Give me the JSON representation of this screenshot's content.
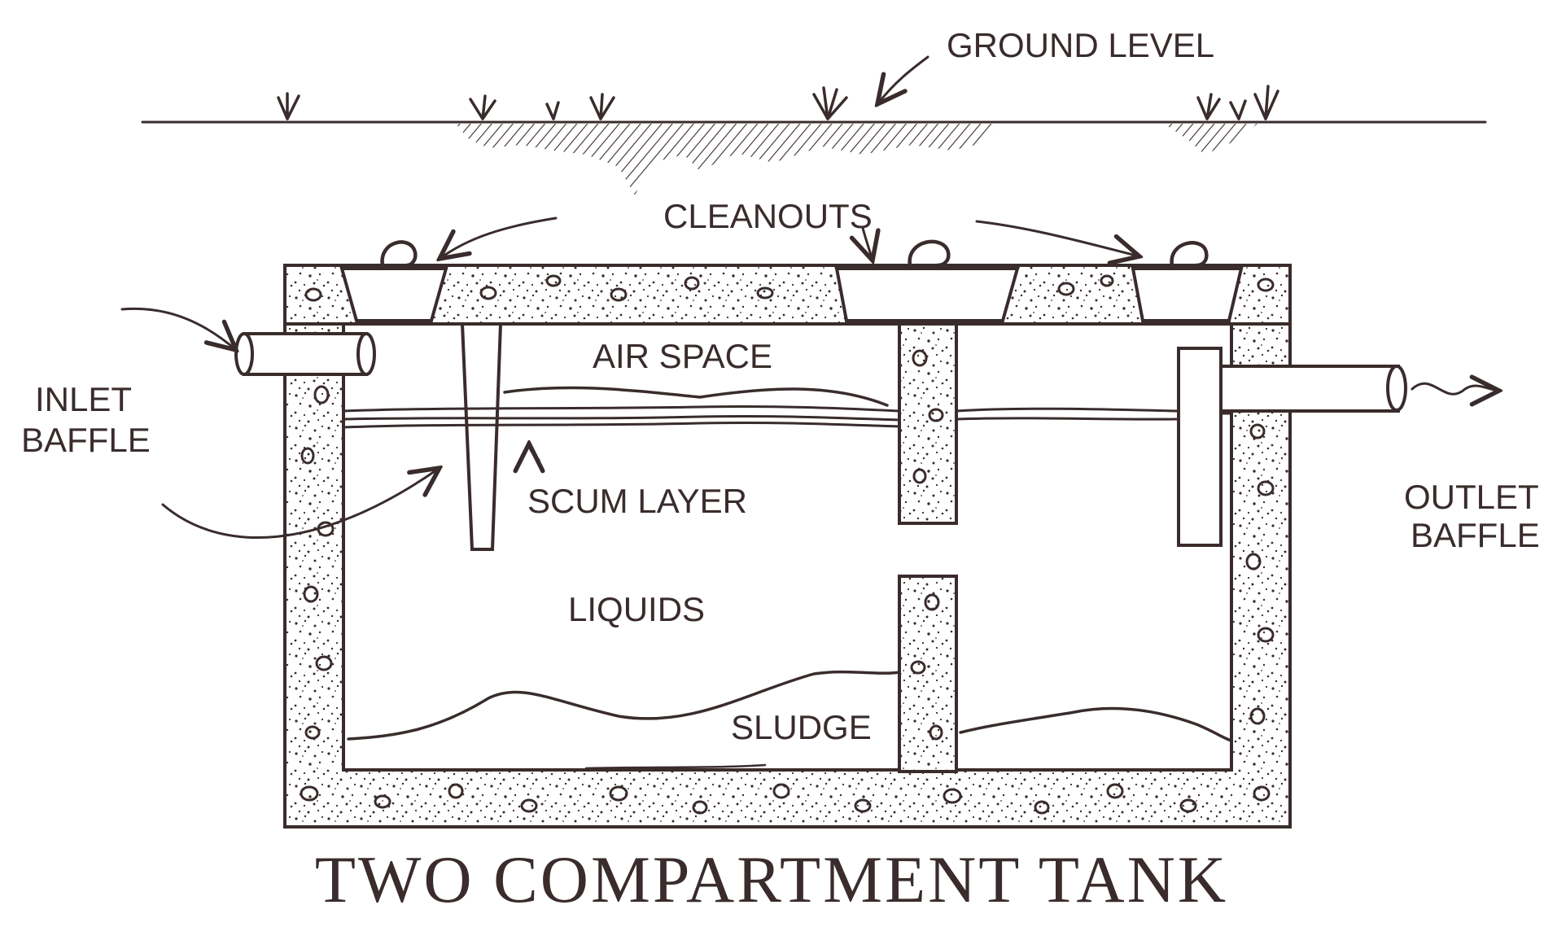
{
  "diagram": {
    "title": "TWO COMPARTMENT TANK",
    "labels": {
      "ground_level": "GROUND LEVEL",
      "cleanouts": "CLEANOUTS",
      "inlet_baffle_line1": "INLET",
      "inlet_baffle_line2": "BAFFLE",
      "outlet_baffle_line1": "OUTLET",
      "outlet_baffle_line2": "BAFFLE",
      "air_space": "AIR SPACE",
      "scum_layer": "SCUM LAYER",
      "liquids": "LIQUIDS",
      "sludge": "SLUDGE"
    },
    "colors": {
      "ink": "#3a2c2c",
      "background": "#ffffff"
    }
  }
}
